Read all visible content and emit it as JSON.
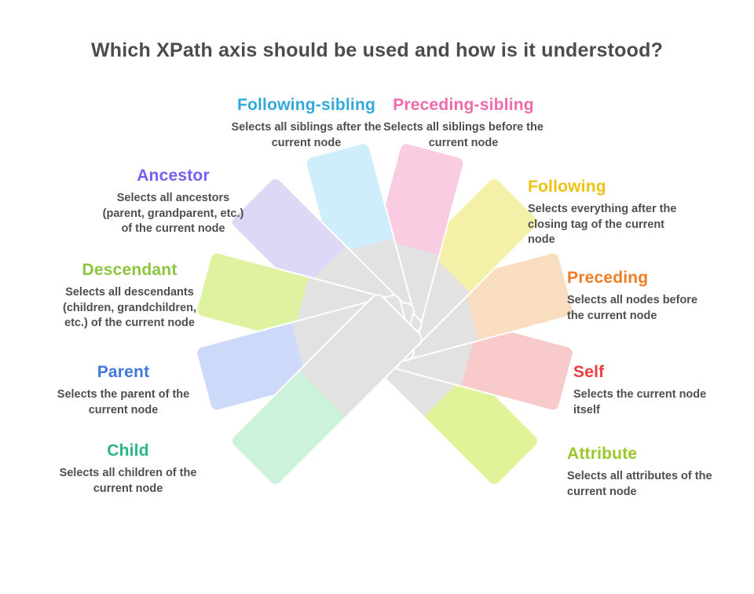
{
  "title": "Which XPath axis should be used and how is it understood?",
  "colors": {
    "title_text": "#4c4c4c",
    "description_text": "#4f4f4f",
    "petal_inner_gray": "#e2e2e2",
    "background": "#ffffff"
  },
  "axes": [
    {
      "label": "Following-sibling",
      "description": "Selects all siblings after the current node",
      "heading_color": "#33a8dc",
      "petal_color": "#cfeefb"
    },
    {
      "label": "Preceding-sibling",
      "description": "Selects all siblings before the current node",
      "heading_color": "#f26aaa",
      "petal_color": "#f9cce2"
    },
    {
      "label": "Ancestor",
      "description": "Selects all ancestors (parent, grandparent, etc.) of the current node",
      "heading_color": "#7a5cf5",
      "petal_color": "#ded7f5"
    },
    {
      "label": "Descendant",
      "description": "Selects all descendants (children, grandchildren, etc.) of the current node",
      "heading_color": "#8cc63f",
      "petal_color": "#def2a0"
    },
    {
      "label": "Parent",
      "description": "Selects the parent of the current node",
      "heading_color": "#4279d8",
      "petal_color": "#cdd9f8"
    },
    {
      "label": "Child",
      "description": "Selects all children of the current node",
      "heading_color": "#2ab586",
      "petal_color": "#cdf2dc"
    },
    {
      "label": "Following",
      "description": "Selects everything after the closing tag of the current node",
      "heading_color": "#edc213",
      "petal_color": "#f5f0a8"
    },
    {
      "label": "Preceding",
      "description": "Selects all nodes before the current node",
      "heading_color": "#ee7d23",
      "petal_color": "#f8ddc0"
    },
    {
      "label": "Self",
      "description": "Selects the current node itself",
      "heading_color": "#ee3d3d",
      "petal_color": "#f8caca"
    },
    {
      "label": "Attribute",
      "description": "Selects all attributes of the current node",
      "heading_color": "#9cc728",
      "petal_color": "#e0f399"
    }
  ]
}
